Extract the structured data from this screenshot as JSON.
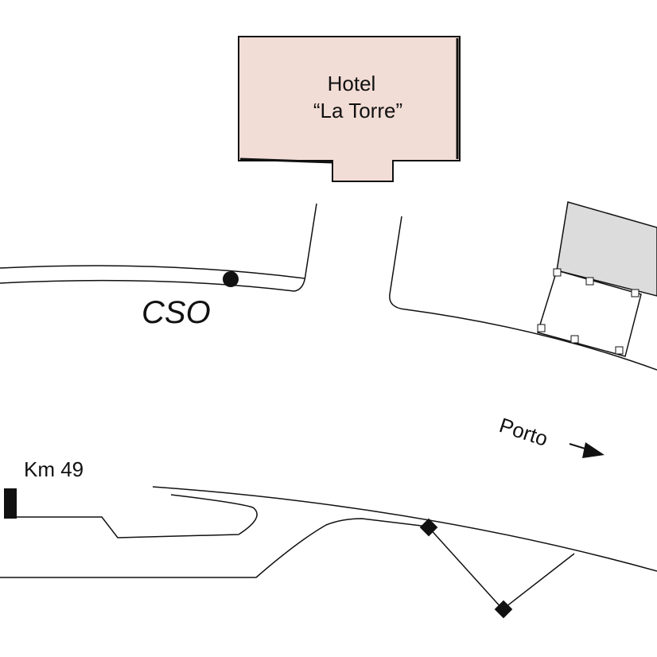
{
  "map": {
    "hotel_label_line1": "Hotel",
    "hotel_label_line2": "“La Torre”",
    "cso_label": "CSO",
    "direction_label": "Porto",
    "km_marker_label": "Km 49"
  },
  "colors": {
    "hotel_fill": "#f2ddd6",
    "building_fill": "#dcdcdc",
    "line": "#111111"
  },
  "icons": {
    "direction": "arrow-right-icon",
    "cso_marker": "dot-marker-icon",
    "km_marker": "km-post-icon",
    "junction_marker": "diamond-marker-icon"
  }
}
